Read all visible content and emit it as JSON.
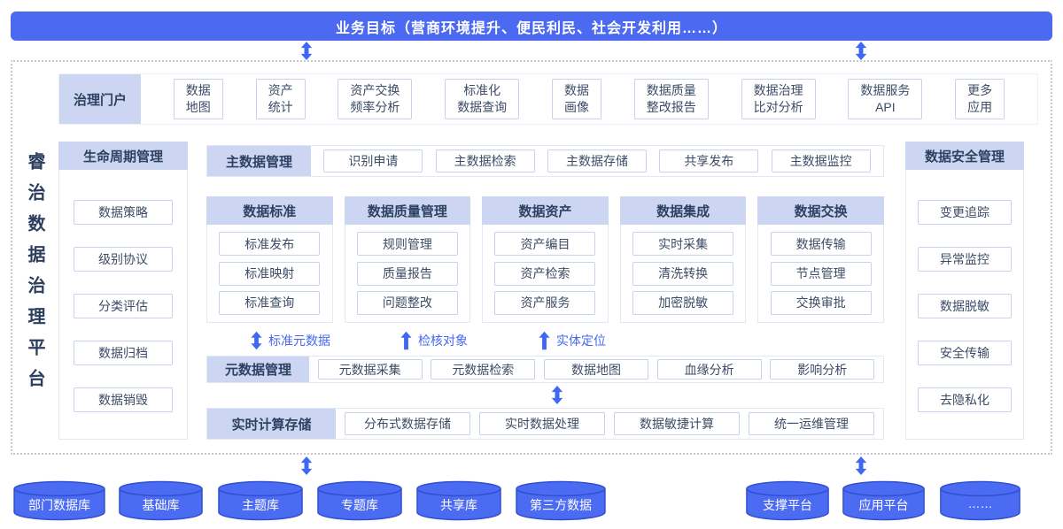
{
  "banner": {
    "title": "业务目标（营商环境提升、便民利民、社会开发利用……）"
  },
  "platform": {
    "vertical_title": "睿治数据治理平台"
  },
  "portal": {
    "label": "治理门户",
    "items": [
      "数据\n地图",
      "资产\n统计",
      "资产交换\n频率分析",
      "标准化\n数据查询",
      "数据\n画像",
      "数据质量\n整改报告",
      "数据治理\n比对分析",
      "数据服务\nAPI",
      "更多\n应用"
    ]
  },
  "lifecycle": {
    "title": "生命周期管理",
    "items": [
      "数据策略",
      "级别协议",
      "分类评估",
      "数据归档",
      "数据销毁"
    ]
  },
  "master_data": {
    "label": "主数据管理",
    "items": [
      "识别申请",
      "主数据检索",
      "主数据存储",
      "共享发布",
      "主数据监控"
    ]
  },
  "capability_columns": [
    {
      "title": "数据标准",
      "items": [
        "标准发布",
        "标准映射",
        "标准查询"
      ]
    },
    {
      "title": "数据质量管理",
      "items": [
        "规则管理",
        "质量报告",
        "问题整改"
      ]
    },
    {
      "title": "数据资产",
      "items": [
        "资产编目",
        "资产检索",
        "资产服务"
      ]
    },
    {
      "title": "数据集成",
      "items": [
        "实时采集",
        "清洗转换",
        "加密脱敏"
      ]
    },
    {
      "title": "数据交换",
      "items": [
        "数据传输",
        "节点管理",
        "交换审批"
      ]
    }
  ],
  "flow_labels": [
    {
      "text": "标准元数据",
      "arrow": "double"
    },
    {
      "text": "检核对象",
      "arrow": "up"
    },
    {
      "text": "实体定位",
      "arrow": "up"
    }
  ],
  "metadata": {
    "label": "元数据管理",
    "items": [
      "元数据采集",
      "元数据检索",
      "数据地图",
      "血缘分析",
      "影响分析"
    ]
  },
  "realtime": {
    "label": "实时计算存储",
    "items": [
      "分布式数据存储",
      "实时数据处理",
      "数据敏捷计算",
      "统一运维管理"
    ]
  },
  "security": {
    "title": "数据安全管理",
    "items": [
      "变更追踪",
      "异常监控",
      "数据脱敏",
      "安全传输",
      "去隐私化"
    ]
  },
  "data_sources": [
    "部门数据库",
    "基础库",
    "主题库",
    "专题库",
    "共享库",
    "第三方数据"
  ],
  "platforms": [
    "支撑平台",
    "应用平台",
    "……"
  ],
  "colors": {
    "primary_blue": "#4b6af1",
    "lavender": "#ccd6f2",
    "flow_blue": "#4668ee",
    "text_dark": "#2e4162",
    "cylinder_fill": "#4b6bf2",
    "cylinder_stroke": "#3150cf"
  }
}
